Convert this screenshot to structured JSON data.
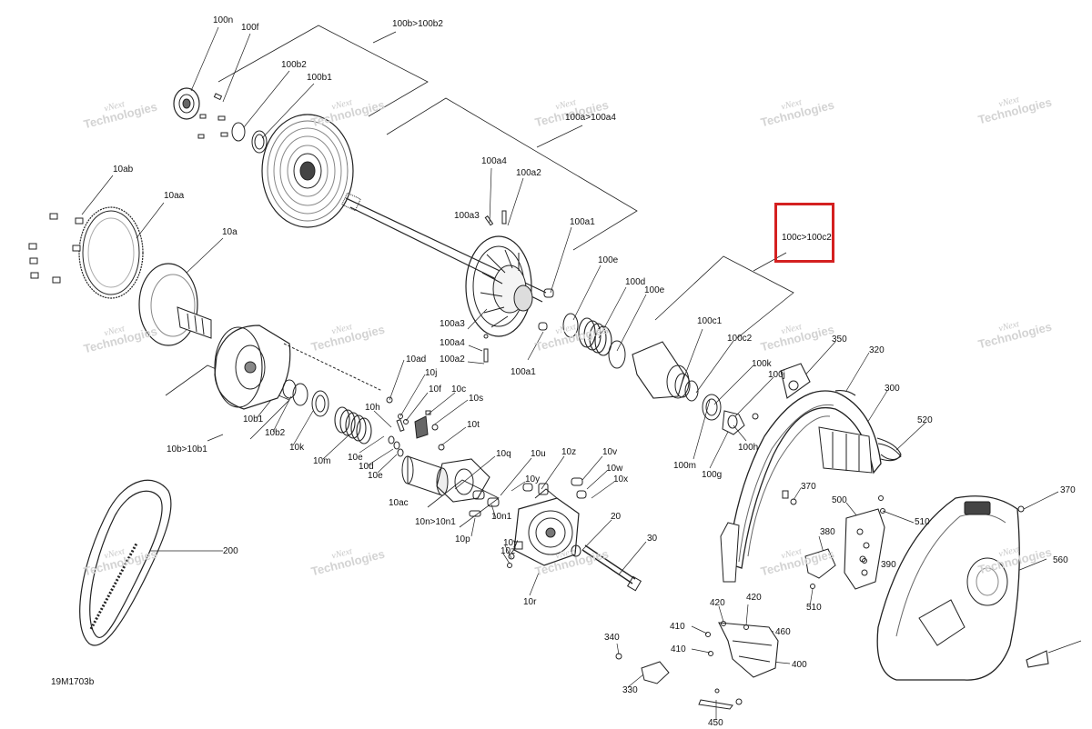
{
  "diagram": {
    "doc_id": "19M1703b",
    "highlight_color": "#d42020",
    "line_color": "#222222",
    "watermark": {
      "line1": "vNext",
      "line2": "Technologies"
    },
    "callouts": {
      "c100n": "100n",
      "c100f": "100f",
      "c100b_100b2": "100b>100b2",
      "c100b2": "100b2",
      "c100b1": "100b1",
      "c100a_100a4": "100a>100a4",
      "c100a4": "100a4",
      "c100a2": "100a2",
      "c100a3_top": "100a3",
      "c100a1_top": "100a1",
      "c100e_a": "100e",
      "c100d": "100d",
      "c100e_b": "100e",
      "c100c_100c2": "100c>100c2",
      "c10ab": "10ab",
      "c10aa": "10aa",
      "c10a": "10a",
      "c100a3_bot": "100a3",
      "c100a4_bot": "100a4",
      "c100a2_bot": "100a2",
      "c100a1_bot": "100a1",
      "c100c1": "100c1",
      "c100c2": "100c2",
      "c100k": "100k",
      "c100j": "100j",
      "c350": "350",
      "c320": "320",
      "c300": "300",
      "c520": "520",
      "c100h": "100h",
      "c100m": "100m",
      "c100g": "100g",
      "c10ad": "10ad",
      "c10j": "10j",
      "c10f": "10f",
      "c10c": "10c",
      "c10s": "10s",
      "c10h": "10h",
      "c10t": "10t",
      "c10b1": "10b1",
      "c10b2": "10b2",
      "c10k": "10k",
      "c10m": "10m",
      "c10e_a": "10e",
      "c10d": "10d",
      "c10e_b": "10e",
      "c10b_10b1": "10b>10b1",
      "c10q": "10q",
      "c10u": "10u",
      "c10z_top": "10z",
      "c10v": "10v",
      "c10w": "10w",
      "c10x": "10x",
      "c10y_top": "10y",
      "c10ac": "10ac",
      "c10n_10n1": "10n>10n1",
      "c10n1": "10n1",
      "c10p": "10p",
      "c10y_bot": "10y",
      "c10z_bot": "10z",
      "c10r": "10r",
      "c20": "20",
      "c30": "30",
      "c370_a": "370",
      "c500": "500",
      "c510": "510",
      "c370_b": "370",
      "c380": "380",
      "c390": "390",
      "c510_b": "510",
      "c560": "560",
      "c200": "200",
      "c420_a": "420",
      "c420_b": "420",
      "c410_a": "410",
      "c460": "460",
      "c410_b": "410",
      "c340": "340",
      "c400": "400",
      "c330": "330",
      "c450": "450"
    }
  }
}
